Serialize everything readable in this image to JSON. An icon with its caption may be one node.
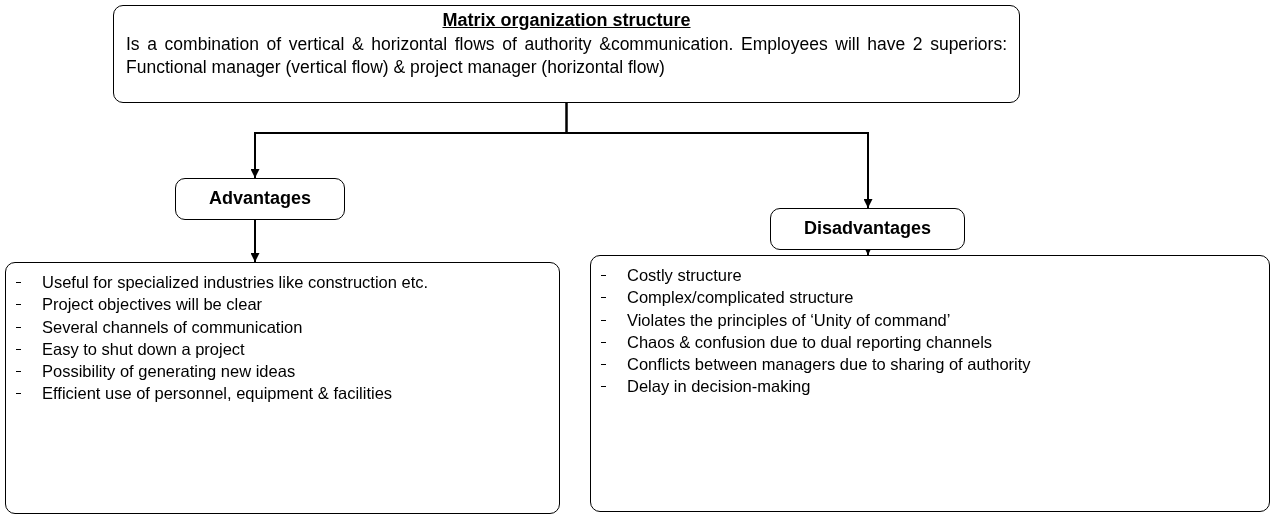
{
  "diagram": {
    "nodes": [
      {
        "text": [
          "Matrix organization structure",
          "Is a combination of vertical & horizontal flows of authority &communication. Employees will have 2 superiors: Functional manager (vertical flow) & project manager (horizontal flow)"
        ]
      },
      {
        "text": [
          "Advantages"
        ]
      },
      {
        "text": [
          "Disadvantages"
        ]
      },
      {
        "text": [
          "Useful for specialized industries like construction etc.",
          "Project objectives will be clear",
          "Several channels of communication",
          "Easy to shut down a project",
          "Possibility of generating new ideas",
          "Efficient use of personnel, equipment & facilities"
        ]
      },
      {
        "text": [
          "Costly structure",
          "Complex/complicated structure",
          "Violates the principles of ‘Unity of command’",
          "Chaos & confusion due to dual reporting channels",
          "Conflicts between managers due to sharing of authority",
          "Delay in decision-making"
        ]
      }
    ],
    "edges": [
      {
        "from": 0,
        "to": 1,
        "arrow": "to"
      },
      {
        "from": 0,
        "to": 2,
        "arrow": "to"
      },
      {
        "from": 1,
        "to": 3,
        "arrow": "to"
      },
      {
        "from": 2,
        "to": 4,
        "arrow": "to"
      }
    ]
  }
}
